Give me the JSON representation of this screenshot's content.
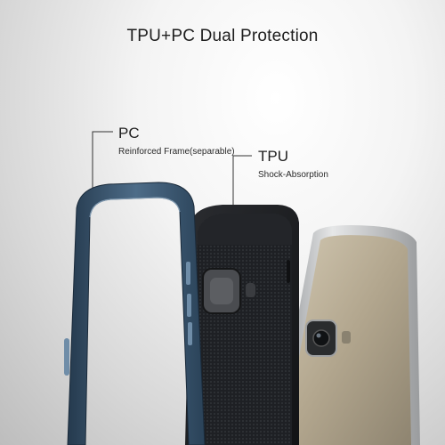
{
  "title": "TPU+PC Dual Protection",
  "callouts": {
    "pc": {
      "name": "PC",
      "description": "Reinforced Frame(separable)"
    },
    "tpu": {
      "name": "TPU",
      "description": "Shock-Absorption"
    }
  },
  "colors": {
    "frame_blue": "#3a5670",
    "case_black": "#1c1e21",
    "phone_gold": "#b8ad97",
    "phone_silver": "#c9cbcd"
  }
}
